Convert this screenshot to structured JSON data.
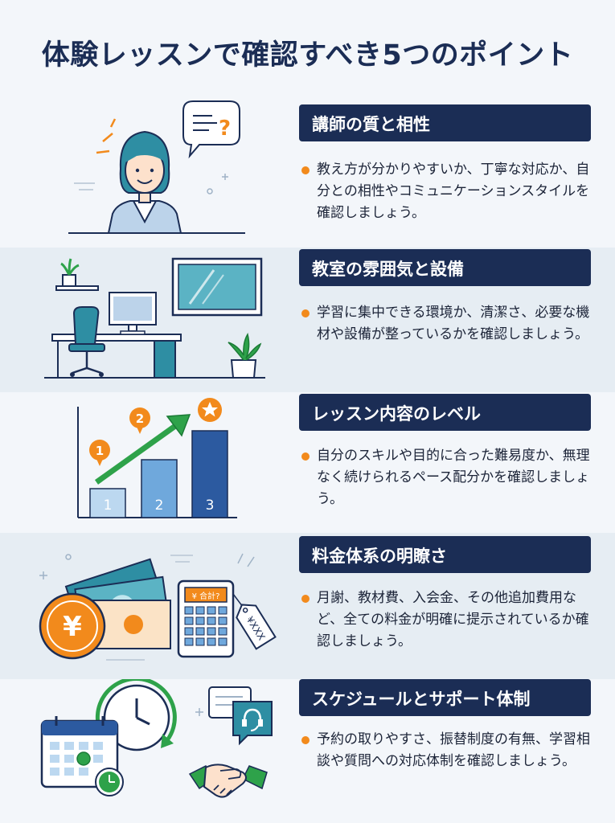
{
  "page": {
    "title": "体験レッスンで確認すべき5つのポイント"
  },
  "colors": {
    "navy": "#1b2d55",
    "orange": "#f28a1c",
    "teal": "#2e8ea3",
    "blue": "#2c5aa0",
    "green": "#2ea24a"
  },
  "points": [
    {
      "heading": "講師の質と相性",
      "text": "教え方が分かりやすいか、丁寧な対応か、自分との相性やコミュニケーションスタイルを確認しましょう。",
      "icon": "teacher-speech-icon"
    },
    {
      "heading": "教室の雰囲気と設備",
      "text": "学習に集中できる環境か、清潔さ、必要な機材や設備が整っているかを確認しましょう。",
      "icon": "classroom-desk-icon"
    },
    {
      "heading": "レッスン内容のレベル",
      "text": "自分のスキルや目的に合った難易度か、無理なく続けられるペース配分かを確認しましょう。",
      "icon": "level-bars-icon",
      "art": {
        "badges": [
          "1",
          "2"
        ],
        "bars": [
          "1",
          "2",
          "3"
        ]
      }
    },
    {
      "heading": "料金体系の明瞭さ",
      "text": "月謝、教材費、入会金、その他追加費用など、全ての料金が明確に提示されているか確認しましょう。",
      "icon": "money-calculator-icon",
      "art": {
        "coin": "¥",
        "calc_display": "¥ 合計?",
        "price_tag": "¥XXX"
      }
    },
    {
      "heading": "スケジュールとサポート体制",
      "text": "予約の取りやすさ、振替制度の有無、学習相談や質問への対応体制を確認しましょう。",
      "icon": "schedule-support-icon"
    }
  ]
}
